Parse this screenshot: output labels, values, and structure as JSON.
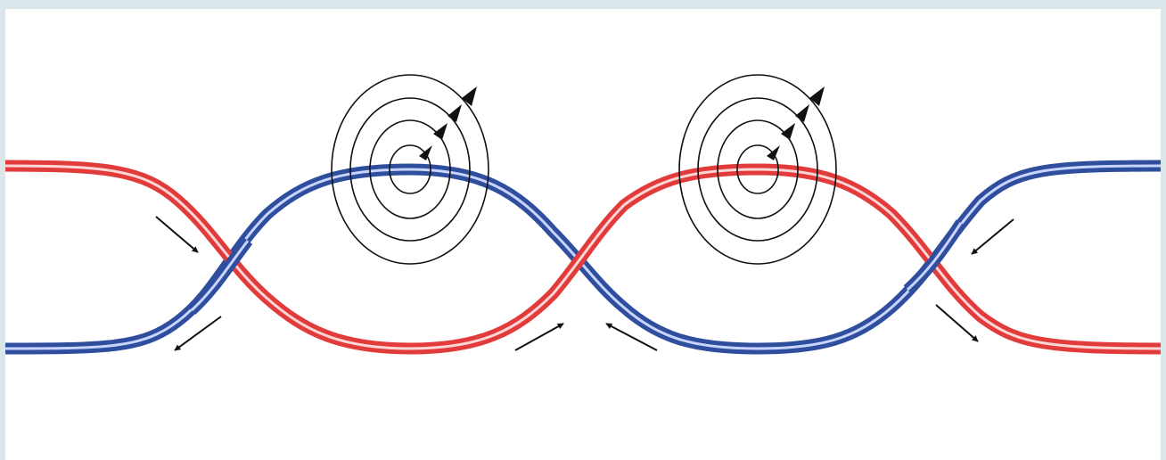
{
  "diagram": {
    "description_free": true,
    "colors": {
      "frame": "#dbe6ea",
      "background": "#ffffff",
      "wire_a": "#e83a3a",
      "wire_a_highlight": "#ffd0d0",
      "wire_b": "#3a5cae",
      "wire_b_highlight": "#d4dcff",
      "field_lines": "#111111",
      "arrows": "#111111"
    },
    "field_loop_groups": 2,
    "loops_per_group": 4,
    "current_arrow_count": 6
  }
}
